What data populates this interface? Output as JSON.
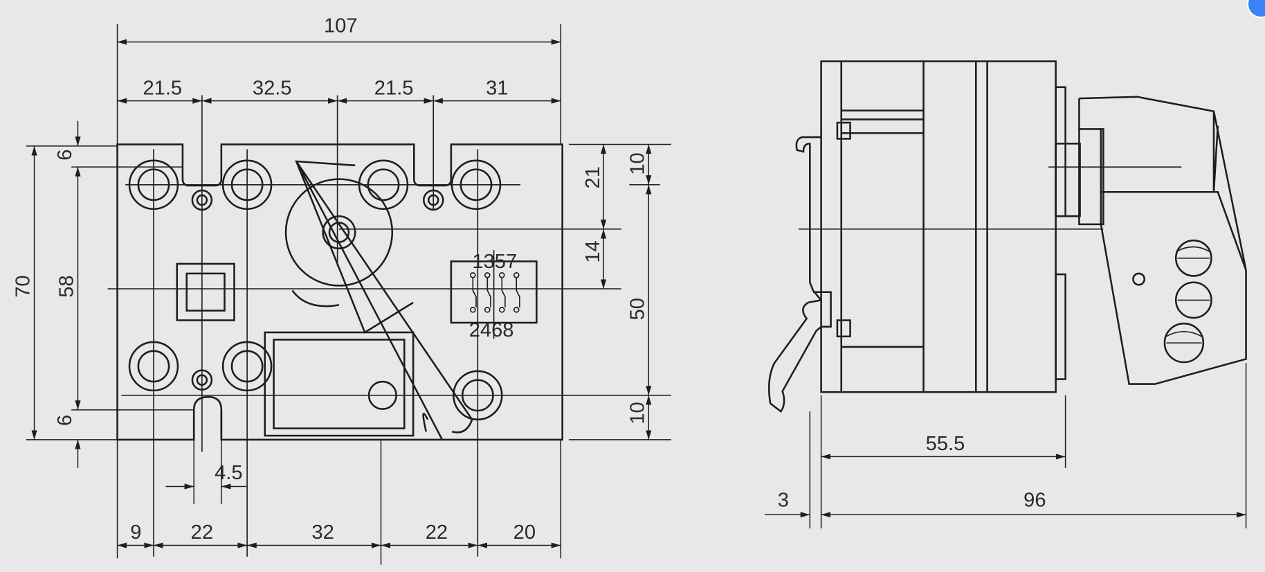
{
  "front_view": {
    "dim_top": {
      "overall": "107",
      "segments": [
        "21.5",
        "32.5",
        "21.5",
        "31"
      ]
    },
    "dim_left": {
      "overall": "70",
      "inner": "58",
      "top_offset": "6",
      "bottom_offset": "6"
    },
    "dim_right": {
      "a": "21",
      "b": "14",
      "top": "10",
      "mid": "50",
      "bottom": "10"
    },
    "dim_slot": "4.5",
    "dim_bottom": [
      "9",
      "22",
      "32",
      "22",
      "20"
    ],
    "terminal_top": "1357",
    "terminal_bottom": "2468"
  },
  "side_view": {
    "depth_body": "55.5",
    "depth_total": "96",
    "rail_offset": "3"
  },
  "colors": {
    "background": "#e8e8e8",
    "line": "#1e1e1e",
    "badge": "#3b82f6"
  }
}
